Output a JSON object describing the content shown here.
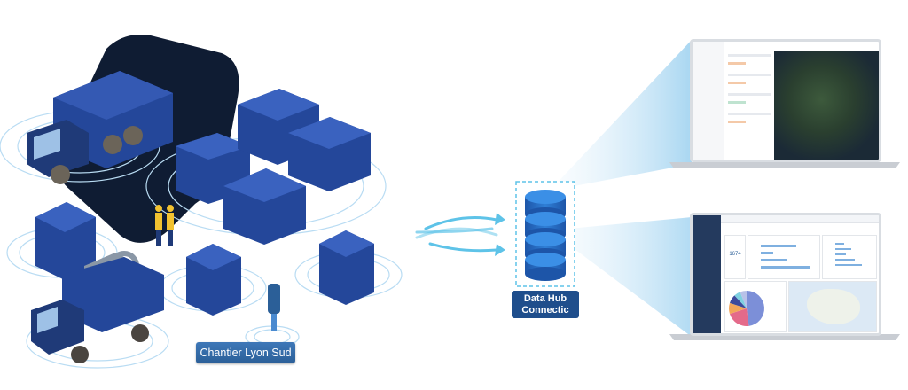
{
  "site_label": "Chantier Lyon Sud",
  "hub": {
    "line1": "Data Hub",
    "line2": "Connectic"
  },
  "dashboard": {
    "kpi_value": "1674"
  },
  "colors": {
    "navy": "#1f3a78",
    "container": "#24479a",
    "hub_blue": "#1f4e8c",
    "flow": "#5ec3e8",
    "beam": "#cfe7f7",
    "map_dark": "#1b2a36"
  },
  "pie_chart": {
    "type": "pie",
    "values": [
      48,
      22,
      10,
      8,
      6,
      6
    ],
    "colors": [
      "#7c8fd8",
      "#e46a8a",
      "#f2a65a",
      "#3d4a9c",
      "#7fd0e0",
      "#b8c1e8"
    ]
  }
}
